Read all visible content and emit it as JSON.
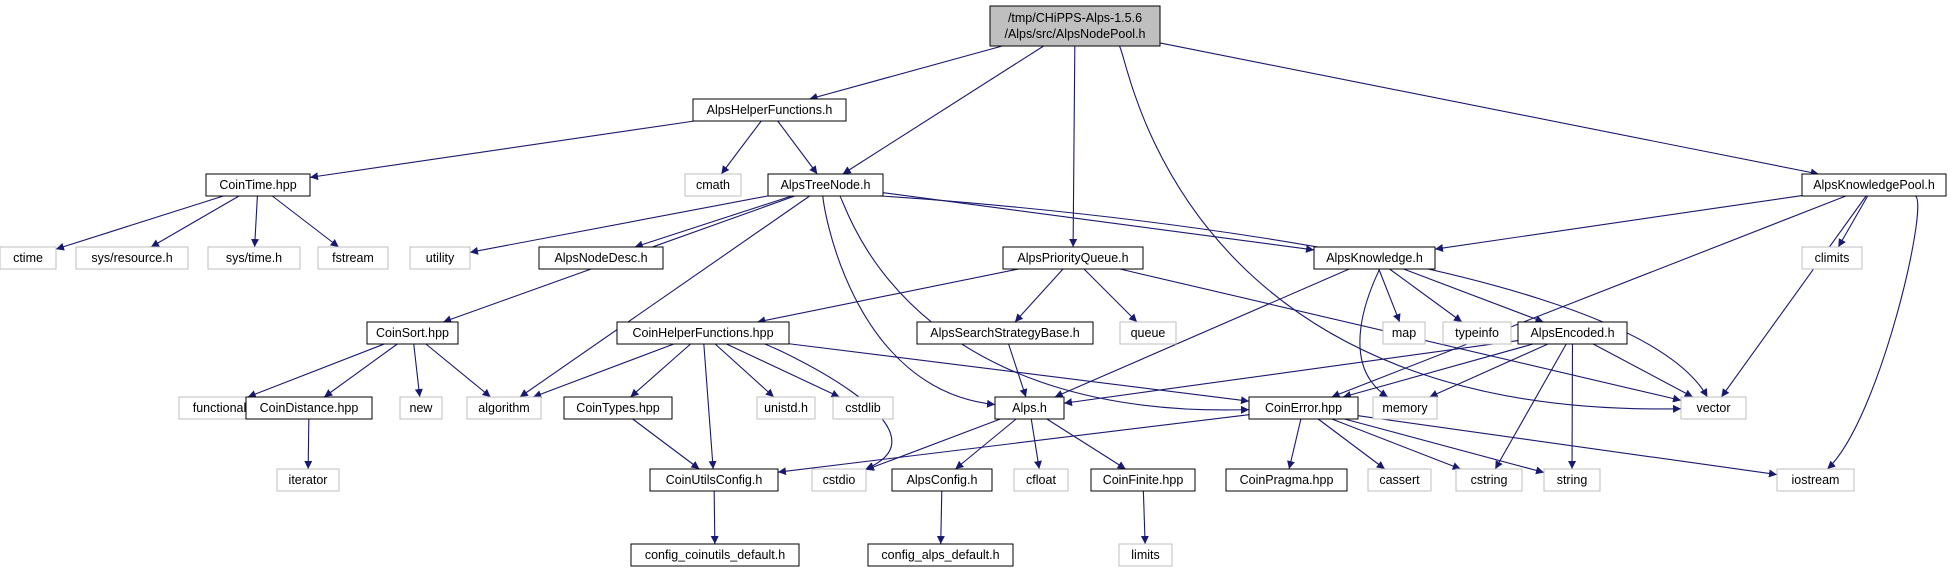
{
  "colors": {
    "edge": "#191970",
    "node_border": "#000000",
    "external_border": "#bfbfbf",
    "root_fill": "#bfbfbf",
    "text": "#000000"
  },
  "nodes": {
    "root": {
      "lines": [
        "/tmp/CHiPPS-Alps-1.5.6",
        "/Alps/src/AlpsNodePool.h"
      ],
      "kind": "root"
    },
    "helperfn": {
      "lines": [
        "AlpsHelperFunctions.h"
      ],
      "kind": "file"
    },
    "treenode": {
      "lines": [
        "AlpsTreeNode.h"
      ],
      "kind": "file"
    },
    "prioq": {
      "lines": [
        "AlpsPriorityQueue.h"
      ],
      "kind": "file"
    },
    "knowpool": {
      "lines": [
        "AlpsKnowledgePool.h"
      ],
      "kind": "file"
    },
    "cointime": {
      "lines": [
        "CoinTime.hpp"
      ],
      "kind": "file"
    },
    "cmath": {
      "lines": [
        "cmath"
      ],
      "kind": "external"
    },
    "ctime": {
      "lines": [
        "ctime"
      ],
      "kind": "external"
    },
    "sysres": {
      "lines": [
        "sys/resource.h"
      ],
      "kind": "external"
    },
    "systime": {
      "lines": [
        "sys/time.h"
      ],
      "kind": "external"
    },
    "fstream": {
      "lines": [
        "fstream"
      ],
      "kind": "external"
    },
    "utility": {
      "lines": [
        "utility"
      ],
      "kind": "external"
    },
    "nodedesc": {
      "lines": [
        "AlpsNodeDesc.h"
      ],
      "kind": "file"
    },
    "knowledge": {
      "lines": [
        "AlpsKnowledge.h"
      ],
      "kind": "file"
    },
    "climits": {
      "lines": [
        "climits"
      ],
      "kind": "external"
    },
    "coinsort": {
      "lines": [
        "CoinSort.hpp"
      ],
      "kind": "file"
    },
    "coinhelper": {
      "lines": [
        "CoinHelperFunctions.hpp"
      ],
      "kind": "file"
    },
    "searchstrat": {
      "lines": [
        "AlpsSearchStrategyBase.h"
      ],
      "kind": "file"
    },
    "queue": {
      "lines": [
        "queue"
      ],
      "kind": "external"
    },
    "map": {
      "lines": [
        "map"
      ],
      "kind": "external"
    },
    "typeinfo": {
      "lines": [
        "typeinfo"
      ],
      "kind": "external"
    },
    "encoded": {
      "lines": [
        "AlpsEncoded.h"
      ],
      "kind": "file"
    },
    "functional": {
      "lines": [
        "functional"
      ],
      "kind": "external"
    },
    "coindist": {
      "lines": [
        "CoinDistance.hpp"
      ],
      "kind": "file"
    },
    "new": {
      "lines": [
        "new"
      ],
      "kind": "external"
    },
    "algorithm": {
      "lines": [
        "algorithm"
      ],
      "kind": "external"
    },
    "cointypes": {
      "lines": [
        "CoinTypes.hpp"
      ],
      "kind": "file"
    },
    "unistd": {
      "lines": [
        "unistd.h"
      ],
      "kind": "external"
    },
    "cstdlib": {
      "lines": [
        "cstdlib"
      ],
      "kind": "external"
    },
    "alps": {
      "lines": [
        "Alps.h"
      ],
      "kind": "file"
    },
    "coinerror": {
      "lines": [
        "CoinError.hpp"
      ],
      "kind": "file"
    },
    "memory": {
      "lines": [
        "memory"
      ],
      "kind": "external"
    },
    "vector": {
      "lines": [
        "vector"
      ],
      "kind": "external"
    },
    "iterator": {
      "lines": [
        "iterator"
      ],
      "kind": "external"
    },
    "coinutilscfg": {
      "lines": [
        "CoinUtilsConfig.h"
      ],
      "kind": "file"
    },
    "cstdio": {
      "lines": [
        "cstdio"
      ],
      "kind": "external"
    },
    "alpsconfig": {
      "lines": [
        "AlpsConfig.h"
      ],
      "kind": "file"
    },
    "cfloat": {
      "lines": [
        "cfloat"
      ],
      "kind": "external"
    },
    "coinfinite": {
      "lines": [
        "CoinFinite.hpp"
      ],
      "kind": "file"
    },
    "coinpragma": {
      "lines": [
        "CoinPragma.hpp"
      ],
      "kind": "file"
    },
    "cassert": {
      "lines": [
        "cassert"
      ],
      "kind": "external"
    },
    "cstring": {
      "lines": [
        "cstring"
      ],
      "kind": "external"
    },
    "string": {
      "lines": [
        "string"
      ],
      "kind": "external"
    },
    "iostream": {
      "lines": [
        "iostream"
      ],
      "kind": "external"
    },
    "cfgcoin": {
      "lines": [
        "config_coinutils_default.h"
      ],
      "kind": "file"
    },
    "cfgalps": {
      "lines": [
        "config_alps_default.h"
      ],
      "kind": "file"
    },
    "limits": {
      "lines": [
        "limits"
      ],
      "kind": "external"
    }
  },
  "edges": [
    [
      "root",
      "helperfn"
    ],
    [
      "root",
      "treenode"
    ],
    [
      "root",
      "prioq"
    ],
    [
      "root",
      "vector"
    ],
    [
      "root",
      "knowpool"
    ],
    [
      "helperfn",
      "cointime"
    ],
    [
      "helperfn",
      "cmath"
    ],
    [
      "helperfn",
      "treenode"
    ],
    [
      "cointime",
      "ctime"
    ],
    [
      "cointime",
      "sysres"
    ],
    [
      "cointime",
      "systime"
    ],
    [
      "cointime",
      "fstream"
    ],
    [
      "treenode",
      "utility"
    ],
    [
      "treenode",
      "nodedesc"
    ],
    [
      "treenode",
      "knowledge"
    ],
    [
      "treenode",
      "coinsort"
    ],
    [
      "treenode",
      "algorithm"
    ],
    [
      "treenode",
      "alps"
    ],
    [
      "treenode",
      "coinerror"
    ],
    [
      "treenode",
      "vector"
    ],
    [
      "prioq",
      "coinhelper"
    ],
    [
      "prioq",
      "searchstrat"
    ],
    [
      "prioq",
      "queue"
    ],
    [
      "prioq",
      "vector"
    ],
    [
      "knowpool",
      "knowledge"
    ],
    [
      "knowpool",
      "coinerror"
    ],
    [
      "knowpool",
      "climits"
    ],
    [
      "knowpool",
      "vector"
    ],
    [
      "knowpool",
      "iostream"
    ],
    [
      "knowledge",
      "map"
    ],
    [
      "knowledge",
      "typeinfo"
    ],
    [
      "knowledge",
      "encoded"
    ],
    [
      "knowledge",
      "alps"
    ],
    [
      "knowledge",
      "memory"
    ],
    [
      "encoded",
      "alps"
    ],
    [
      "encoded",
      "coinerror"
    ],
    [
      "encoded",
      "memory"
    ],
    [
      "encoded",
      "vector"
    ],
    [
      "encoded",
      "cstring"
    ],
    [
      "encoded",
      "string"
    ],
    [
      "coinsort",
      "functional"
    ],
    [
      "coinsort",
      "coindist"
    ],
    [
      "coinsort",
      "new"
    ],
    [
      "coinsort",
      "algorithm"
    ],
    [
      "coindist",
      "iterator"
    ],
    [
      "coinhelper",
      "algorithm"
    ],
    [
      "coinhelper",
      "cointypes"
    ],
    [
      "coinhelper",
      "unistd"
    ],
    [
      "coinhelper",
      "cstdlib"
    ],
    [
      "coinhelper",
      "cstdio"
    ],
    [
      "coinhelper",
      "coinutilscfg"
    ],
    [
      "coinhelper",
      "coinerror"
    ],
    [
      "searchstrat",
      "alps"
    ],
    [
      "cointypes",
      "coinutilscfg"
    ],
    [
      "alps",
      "cstdio"
    ],
    [
      "alps",
      "alpsconfig"
    ],
    [
      "alps",
      "cfloat"
    ],
    [
      "alps",
      "coinfinite"
    ],
    [
      "coinerror",
      "coinutilscfg"
    ],
    [
      "coinerror",
      "coinpragma"
    ],
    [
      "coinerror",
      "cassert"
    ],
    [
      "coinerror",
      "cstring"
    ],
    [
      "coinerror",
      "string"
    ],
    [
      "coinerror",
      "iostream"
    ],
    [
      "coinutilscfg",
      "cfgcoin"
    ],
    [
      "alpsconfig",
      "cfgalps"
    ],
    [
      "coinfinite",
      "limits"
    ]
  ]
}
